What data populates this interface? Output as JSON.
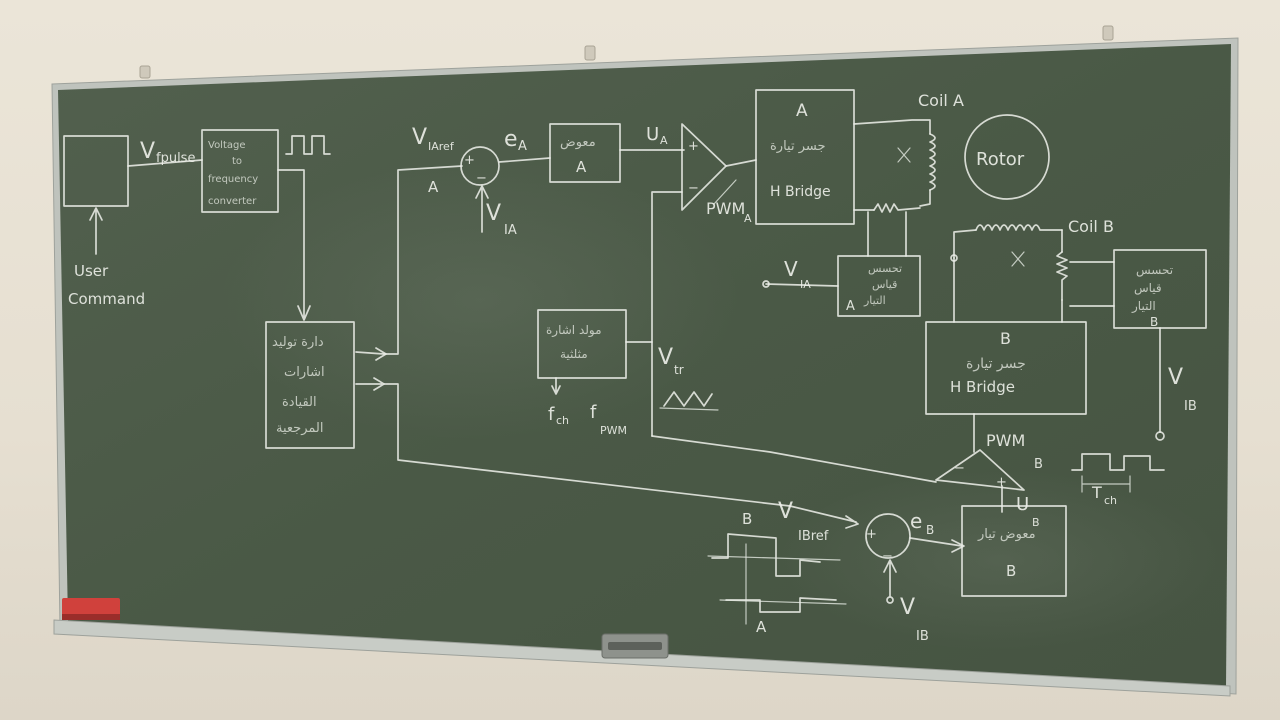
{
  "board": {
    "colors": {
      "board": "#4b5a47",
      "chalk": "#e9ece6",
      "frame": "#b9bdb8",
      "wall": "#e9e3d6",
      "eraser": "#d0413c"
    }
  },
  "labels": {
    "user": "User",
    "command": "Command",
    "v_fpulse": "V",
    "fpulse_sub": "fpulse",
    "vf_line1": "Voltage",
    "vf_line2": "to",
    "vf_line3": "frequency",
    "vf_line4": "converter",
    "v_iaref": "V",
    "iaref_sub": "IAref",
    "a_under": "A",
    "e_a": "e",
    "e_a_sub": "A",
    "plus_a": "+",
    "minus_a": "−",
    "v_ia": "V",
    "ia_sub": "IA",
    "comp_a_ar": "معوض",
    "comp_a_letter": "A",
    "u_a": "U",
    "u_a_sub": "A",
    "pwm_a": "PWM",
    "pwm_a_sub": "A",
    "hb_a_letter": "A",
    "hb_a_ar": "جسر تيارة",
    "hb_a_en": "H Bridge",
    "coil_a": "Coil A",
    "rotor": "Rotor",
    "coil_b": "Coil B",
    "v_ia2": "V",
    "ia2_sub": "IA",
    "sense_a_ar1": "تحسس",
    "sense_a_ar2": "قياس",
    "sense_a_ar3": "التيار",
    "sense_a_letter": "A",
    "sense_b_ar1": "تحسس",
    "sense_b_ar2": "قياس",
    "sense_b_ar3": "التيار",
    "sense_b_letter": "B",
    "hb_b_letter": "B",
    "hb_b_ar": "جسر تيارة",
    "hb_b_en": "H Bridge",
    "v_ib": "V",
    "ib_sub": "IB",
    "ref_gen_ar1": "دارة توليد",
    "ref_gen_ar2": "اشارات",
    "ref_gen_ar3": "القيادة",
    "ref_gen_ar4": "المرجعية",
    "tri_gen_ar1": "مولد اشارة",
    "tri_gen_ar2": "مثلثية",
    "f_ch": "f",
    "f_ch_sub": "ch",
    "f_pwm": "f",
    "f_pwm_sub": "PWM",
    "v_tr": "V",
    "v_tr_sub": "tr",
    "pwm_b": "PWM",
    "pwm_b_sub": "B",
    "t_ch": "T",
    "t_ch_sub": "ch",
    "v_ibref": "V",
    "ibref_sub": "IBref",
    "wave_b": "B",
    "wave_a": "A",
    "e_b": "e",
    "e_b_sub": "B",
    "u_b": "U",
    "u_b_sub": "B",
    "comp_b_ar": "معوض تيار",
    "comp_b_letter": "B",
    "v_ib2": "V",
    "ib2_sub": "IB",
    "plus_b": "+",
    "minus_b": "−"
  }
}
